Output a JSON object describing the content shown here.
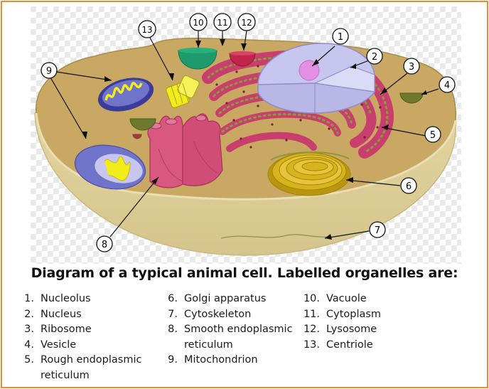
{
  "caption": "Diagram of a typical animal cell. Labelled organelles are:",
  "callouts": [
    "1",
    "2",
    "3",
    "4",
    "5",
    "6",
    "7",
    "8",
    "9",
    "10",
    "11",
    "12",
    "13"
  ],
  "legend": {
    "col1": [
      {
        "num": "1.",
        "label": "Nucleolus"
      },
      {
        "num": "2.",
        "label": "Nucleus"
      },
      {
        "num": "3.",
        "label": "Ribosome"
      },
      {
        "num": "4.",
        "label": "Vesicle"
      },
      {
        "num": "5.",
        "label": "Rough endoplasmic",
        "cont": "reticulum"
      }
    ],
    "col2": [
      {
        "num": "6.",
        "label": "Golgi apparatus"
      },
      {
        "num": "7.",
        "label": "Cytoskeleton"
      },
      {
        "num": "8.",
        "label": "Smooth endoplasmic",
        "cont": "reticulum"
      },
      {
        "num": "9.",
        "label": "Mitochondrion"
      }
    ],
    "col3": [
      {
        "num": "10.",
        "label": "Vacuole"
      },
      {
        "num": "11.",
        "label": "Cytoplasm"
      },
      {
        "num": "12.",
        "label": "Lysosome"
      },
      {
        "num": "13.",
        "label": "Centriole"
      }
    ]
  },
  "colors": {
    "border": "#e88a3c",
    "cytoplasm": "#c9a864",
    "membrane": "#e6d9a6",
    "nucleus": "#c7c6ee",
    "nucleolus": "#e58fe4",
    "er": "#d14a7a",
    "golgi": "#d9b31c",
    "mitochondrion": "#6f73c9",
    "vacuole": "#1e9a6c",
    "lysosome": "#c2254a",
    "centriole": "#f2ec1a"
  }
}
